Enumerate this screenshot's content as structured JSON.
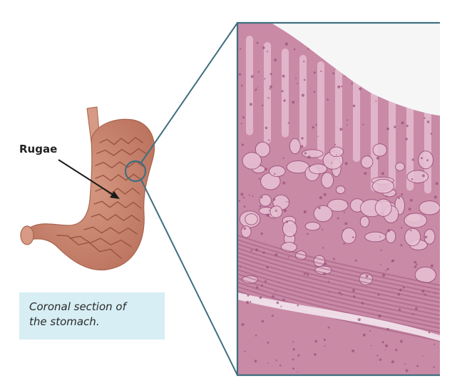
{
  "labels": {
    "rugae": "Rugae"
  },
  "caption": {
    "line1": "Coronal section of",
    "line2": "the stomach."
  },
  "colors": {
    "caption_bg": "#d6eef4",
    "caption_text": "#2a2a2a",
    "frame": "#3f6f7f",
    "stomach_fill": "#d79a84",
    "stomach_shadow": "#b86f5a",
    "fold_line": "#9a5443",
    "tissue_base": "#c98aa6",
    "tissue_light": "#e8c3d4",
    "tissue_dark": "#9a4f7b",
    "lumen": "#f6f6f6"
  },
  "icons": {
    "stomach": "stomach-illustration",
    "micrograph": "histology-micrograph"
  }
}
